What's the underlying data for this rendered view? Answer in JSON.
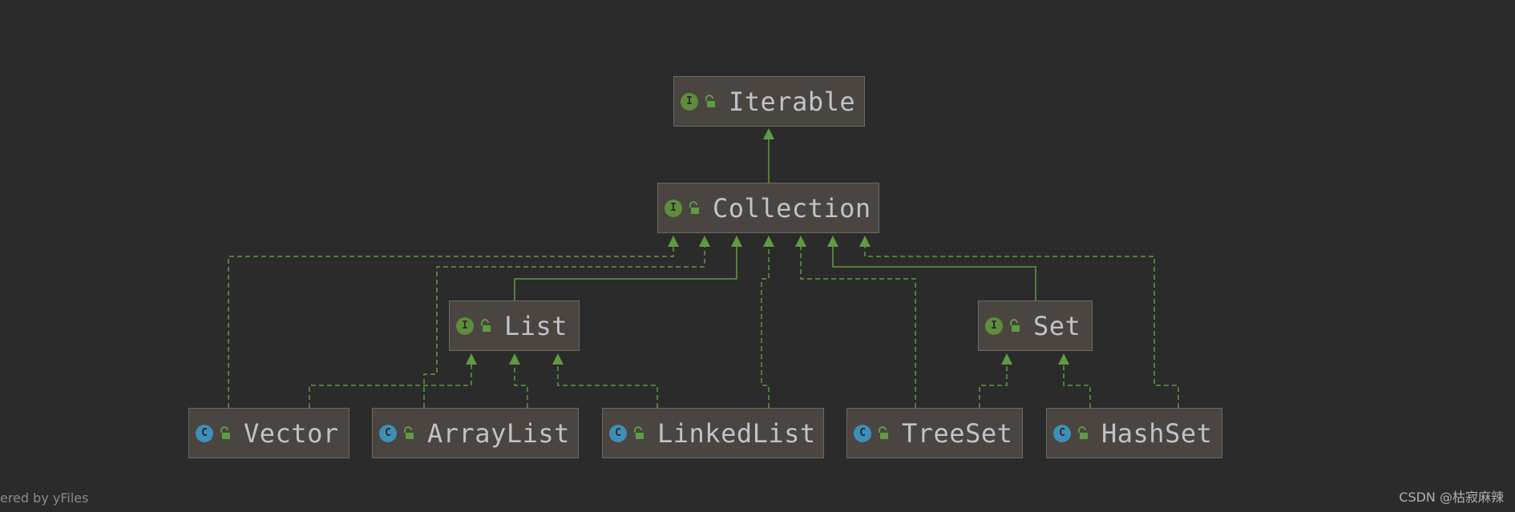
{
  "diagram": {
    "nodes": [
      {
        "id": "iterable",
        "label": "Iterable",
        "kind": "interface",
        "kind_badge": "I"
      },
      {
        "id": "collection",
        "label": "Collection",
        "kind": "interface",
        "kind_badge": "I"
      },
      {
        "id": "list",
        "label": "List",
        "kind": "interface",
        "kind_badge": "I"
      },
      {
        "id": "set",
        "label": "Set",
        "kind": "interface",
        "kind_badge": "I"
      },
      {
        "id": "vector",
        "label": "Vector",
        "kind": "class",
        "kind_badge": "C"
      },
      {
        "id": "arraylist",
        "label": "ArrayList",
        "kind": "class",
        "kind_badge": "C"
      },
      {
        "id": "linkedlist",
        "label": "LinkedList",
        "kind": "class",
        "kind_badge": "C"
      },
      {
        "id": "treeset",
        "label": "TreeSet",
        "kind": "class",
        "kind_badge": "C"
      },
      {
        "id": "hashset",
        "label": "HashSet",
        "kind": "class",
        "kind_badge": "C"
      }
    ],
    "edges": [
      {
        "from": "collection",
        "to": "iterable",
        "style": "solid",
        "relation": "extends"
      },
      {
        "from": "list",
        "to": "collection",
        "style": "solid",
        "relation": "extends"
      },
      {
        "from": "set",
        "to": "collection",
        "style": "solid",
        "relation": "extends"
      },
      {
        "from": "vector",
        "to": "collection",
        "style": "dashed",
        "relation": "implements"
      },
      {
        "from": "arraylist",
        "to": "collection",
        "style": "dashed",
        "relation": "implements"
      },
      {
        "from": "linkedlist",
        "to": "collection",
        "style": "dashed",
        "relation": "implements"
      },
      {
        "from": "treeset",
        "to": "collection",
        "style": "dashed",
        "relation": "implements"
      },
      {
        "from": "hashset",
        "to": "collection",
        "style": "dashed",
        "relation": "implements"
      },
      {
        "from": "vector",
        "to": "list",
        "style": "dashed",
        "relation": "implements"
      },
      {
        "from": "arraylist",
        "to": "list",
        "style": "dashed",
        "relation": "implements"
      },
      {
        "from": "linkedlist",
        "to": "list",
        "style": "dashed",
        "relation": "implements"
      },
      {
        "from": "treeset",
        "to": "set",
        "style": "dashed",
        "relation": "implements"
      },
      {
        "from": "hashset",
        "to": "set",
        "style": "dashed",
        "relation": "implements"
      }
    ]
  },
  "footer": {
    "left": "ered by yFiles",
    "right": "CSDN @枯寂麻辣"
  },
  "colors": {
    "background": "#2b2b2b",
    "node_fill": "#4a4540",
    "node_border": "#6e6962",
    "edge": "#5f9a45",
    "interface_badge": "#5f8d3b",
    "class_badge": "#3d8fb8",
    "label_text": "#bfc3c9"
  }
}
